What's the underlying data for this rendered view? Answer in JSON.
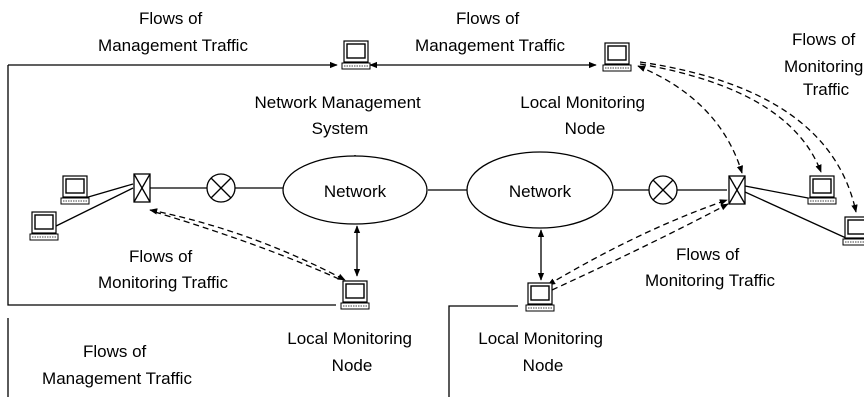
{
  "labels": {
    "mgmt_top_left": [
      "Flows of",
      "Management Traffic"
    ],
    "mgmt_top_center": [
      "Flows of",
      "Management Traffic"
    ],
    "monitor_top_right": [
      "Flows of",
      "Monitoring",
      "Traffic"
    ],
    "nms": [
      "Network Management",
      "System"
    ],
    "lmn_top": [
      "Local Monitoring",
      "Node"
    ],
    "network_left": "Network",
    "network_right": "Network",
    "monitor_left": [
      "Flows of",
      "Monitoring Traffic"
    ],
    "monitor_right": [
      "Flows of",
      "Monitoring Traffic"
    ],
    "lmn_bottom_left": [
      "Local Monitoring",
      "Node"
    ],
    "lmn_bottom_right": [
      "Local Monitoring",
      "Node"
    ],
    "mgmt_bottom_left": [
      "Flows of",
      "Management Traffic"
    ]
  },
  "icons": {
    "computer": "computer-icon",
    "router": "router-icon",
    "switch": "switch-icon"
  }
}
